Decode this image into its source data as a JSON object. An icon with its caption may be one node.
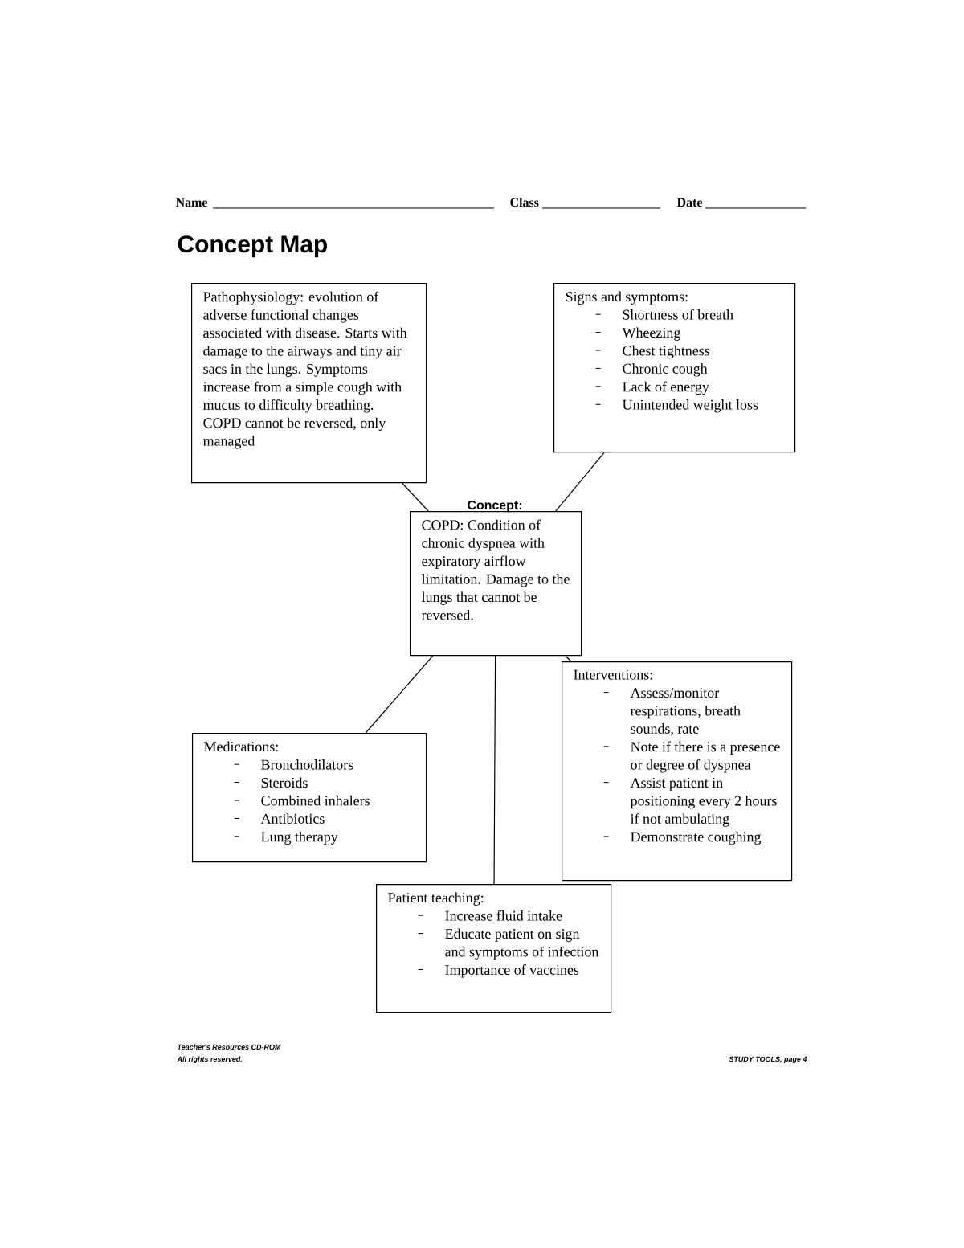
{
  "diagram": {
    "title": "Concept Map",
    "nodes": [
      {
        "text": [
          "Pathophysiology: evolution of adverse functional changes associated with disease. Starts with damage to the airways and tiny air sacs in the lungs. Symptoms increase from a simple cough with mucus to difficulty breathing. COPD cannot be reversed, only managed"
        ]
      },
      {
        "text": [
          "Signs and symptoms:",
          "Shortness of breath",
          "Wheezing",
          "Chest tightness",
          "Chronic cough",
          "Lack of energy",
          "Unintended weight loss"
        ]
      },
      {
        "text": [
          "Concept:",
          "COPD: Condition of chronic dyspnea with expiratory airflow limitation. Damage to the lungs that cannot be reversed."
        ]
      },
      {
        "text": [
          "Interventions:",
          "Assess/monitor respirations, breath sounds, rate",
          "Note if there is a presence or degree of dyspnea",
          "Assist patient in positioning every 2 hours if not ambulating",
          "Demonstrate coughing"
        ]
      },
      {
        "text": [
          "Medications:",
          "Bronchodilators",
          "Steroids",
          "Combined inhalers",
          "Antibiotics",
          "Lung therapy"
        ]
      },
      {
        "text": [
          "Patient teaching:",
          "Increase fluid intake",
          "Educate patient on sign and symptoms of infection",
          "Importance of vaccines"
        ]
      }
    ],
    "edges": [
      {
        "from": 2,
        "to": 0,
        "arrow": "none"
      },
      {
        "from": 2,
        "to": 1,
        "arrow": "none"
      },
      {
        "from": 2,
        "to": 3,
        "arrow": "none"
      },
      {
        "from": 2,
        "to": 4,
        "arrow": "none"
      },
      {
        "from": 2,
        "to": 5,
        "arrow": "none"
      }
    ],
    "labels": [
      "Name",
      "Class",
      "Date",
      "Teacher's Resources CD-ROM",
      "All rights reserved.",
      "STUDY TOOLS, page 4"
    ]
  }
}
